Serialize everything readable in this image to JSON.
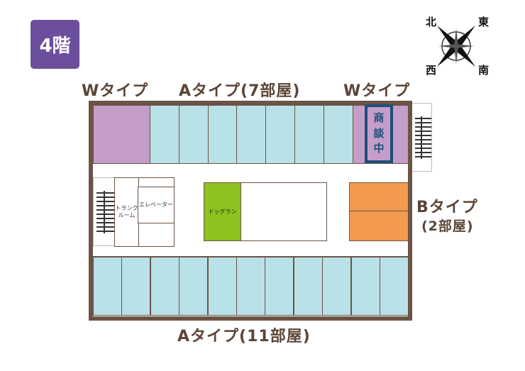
{
  "floor_badge": "4階",
  "labels": {
    "top_left": "Wタイプ",
    "top_center": "Aタイプ(7部屋)",
    "top_right": "Wタイプ",
    "right_type": "Bタイプ",
    "right_count": "(2部屋)",
    "bottom": "Aタイプ(11部屋)"
  },
  "rooms": {
    "negotiation": [
      "商",
      "談",
      "中"
    ],
    "trunk_room": "トランク\nルーム",
    "elevator": "エレベーター",
    "dog_run": "ドッグラン"
  },
  "compass": {
    "n": "北",
    "e": "東",
    "w": "西",
    "s": "南"
  },
  "colors": {
    "w_type": "#c49dc8",
    "a_type": "#b9e1e8",
    "b_type": "#f29a4e",
    "dog_run": "#8dc21f",
    "wall": "#6b5446",
    "badge": "#6c4f9c"
  }
}
